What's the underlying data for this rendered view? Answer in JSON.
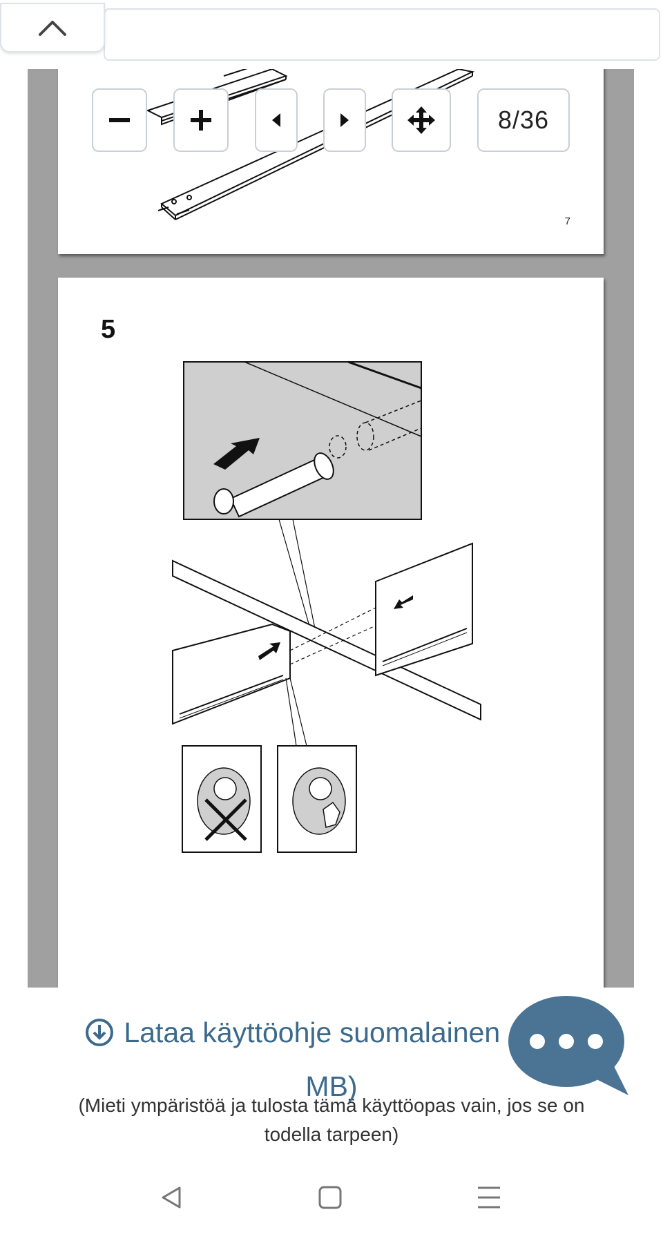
{
  "toolbar": {
    "zoom_out_icon": "minus-icon",
    "zoom_in_icon": "plus-icon",
    "prev_icon": "caret-left-icon",
    "next_icon": "caret-right-icon",
    "pan_icon": "move-arrows-icon",
    "page_counter": "8/36"
  },
  "document": {
    "page1_number": "7",
    "page2_step": "5"
  },
  "download": {
    "line1": "Lataa käyttöohje suomalainen (P",
    "line2": "MB)",
    "icon": "download-circle-icon"
  },
  "note": {
    "line1": "(Mieti ympäristöä ja tulosta tämä käyttöopas vain, jos se on",
    "line2": "todella tarpeen)"
  },
  "chat": {
    "icon": "chat-bubble-icon"
  },
  "colors": {
    "accent": "#3b6a8c",
    "chat": "#4a7394",
    "viewer_bg": "#a0a0a0"
  }
}
